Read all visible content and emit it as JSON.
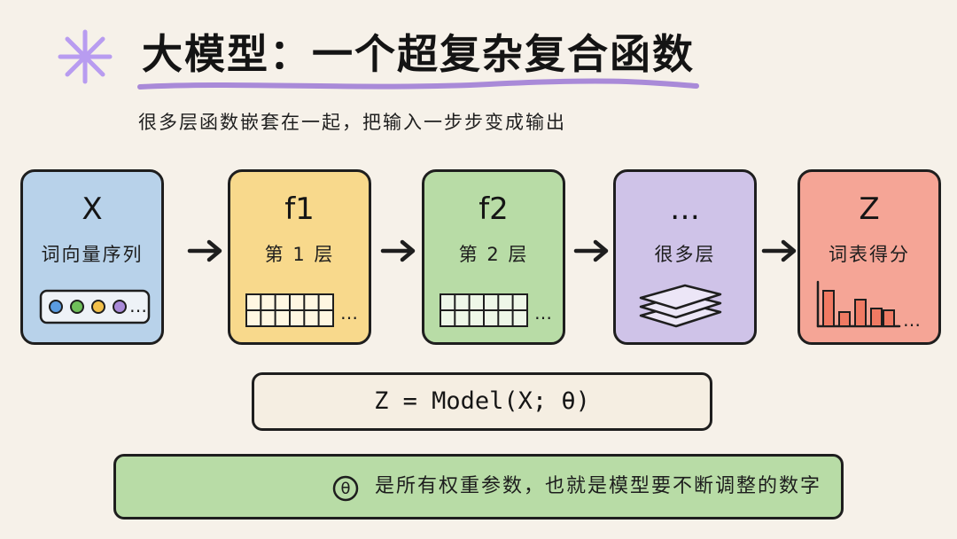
{
  "header": {
    "title": "大模型：一个超复杂复合函数",
    "subtitle": "很多层函数嵌套在一起，把输入一步步变成输出"
  },
  "stages": [
    {
      "symbol": "X",
      "label": "词向量序列",
      "visual": "token-dots",
      "color": "#b8d2ea"
    },
    {
      "symbol": "f1",
      "label": "第 1 层",
      "visual": "grid",
      "color": "#f8d98c"
    },
    {
      "symbol": "f2",
      "label": "第 2 层",
      "visual": "grid",
      "color": "#b8dca6"
    },
    {
      "symbol": "…",
      "label": "很多层",
      "visual": "stacked-layers",
      "color": "#cfc3e8"
    },
    {
      "symbol": "Z",
      "label": "词表得分",
      "visual": "score-bars",
      "color": "#f5a596"
    }
  ],
  "ellipsis": "…",
  "token_dot_colors": [
    "#5a9be0",
    "#6fbf5a",
    "#f2c04a",
    "#a98ad8"
  ],
  "accent_colors": {
    "star": "#b89cf0",
    "underline": "#a98ad8",
    "outline": "#1e1e1e",
    "bars": "#f07a63"
  },
  "formula": "Z = Model(X; θ)",
  "note": {
    "symbol": "θ",
    "text": "是所有权重参数，也就是模型要不断调整的数字"
  }
}
